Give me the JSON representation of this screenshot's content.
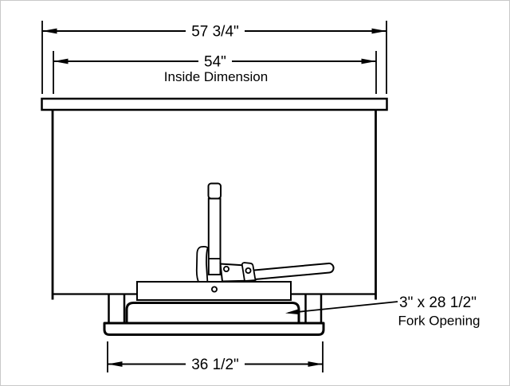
{
  "labels": {
    "overall_width": "57 3/4\"",
    "inside_width": "54\"",
    "inside_width_caption": "Inside Dimension",
    "base_width": "36 1/2\"",
    "fork_opening_size": "3\" x 28 1/2\"",
    "fork_opening_caption": "Fork Opening"
  },
  "colors": {
    "line": "#000000",
    "background": "#ffffff",
    "frame_border": "#c9c9c9"
  }
}
